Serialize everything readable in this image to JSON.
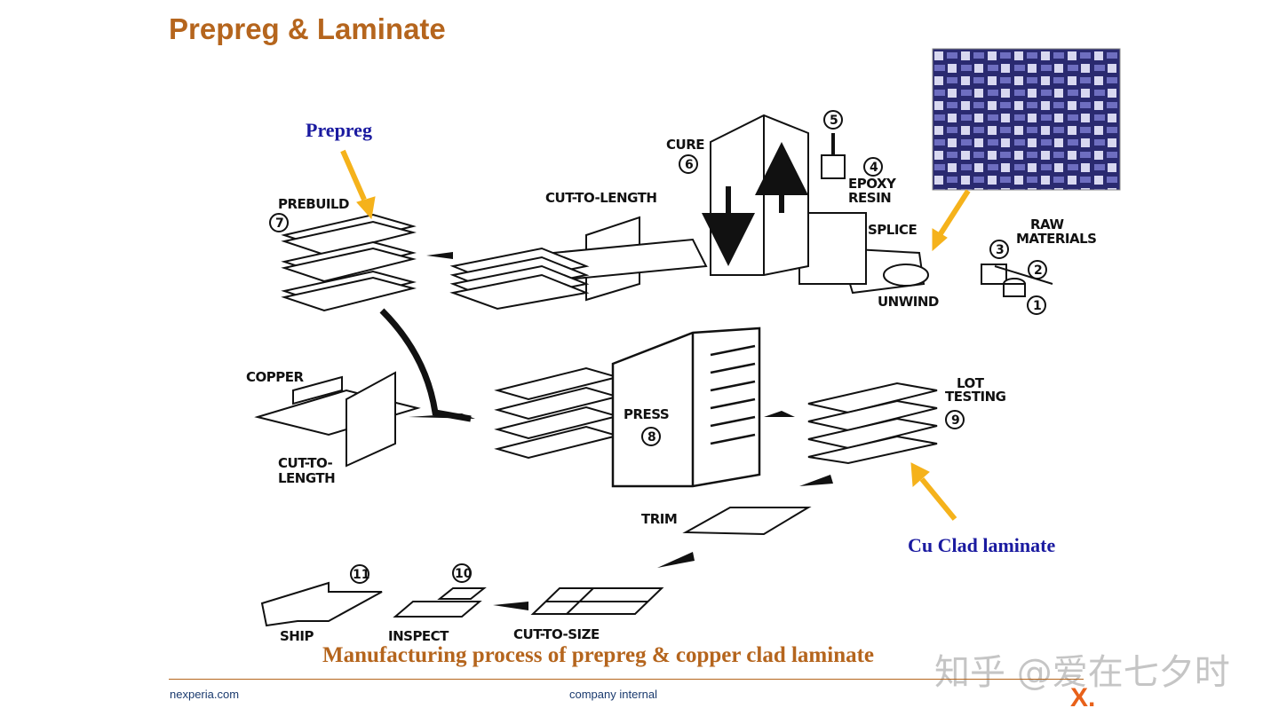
{
  "title": "Prepreg & Laminate",
  "labels": {
    "prepreg": "Prepreg",
    "cu_clad": "Cu Clad laminate"
  },
  "steps": {
    "raw_materials": "RAW\nMATERIALS",
    "unwind": "UNWIND",
    "splice": "SPLICE",
    "epoxy_resin": "EPOXY\nRESIN",
    "cure": "CURE",
    "cut_to_length_top": "CUT-TO-LENGTH",
    "prebuild": "PREBUILD",
    "copper": "COPPER",
    "cut_to_length_left": "CUT-TO-\nLENGTH",
    "press": "PRESS",
    "lot_testing": "LOT\nTESTING",
    "trim": "TRIM",
    "cut_to_size": "CUT-TO-SIZE",
    "inspect": "INSPECT",
    "ship": "SHIP"
  },
  "numbers": [
    "1",
    "2",
    "3",
    "4",
    "5",
    "6",
    "7",
    "8",
    "9",
    "10",
    "11"
  ],
  "caption": "Manufacturing process of prepreg & copper clad laminate",
  "footer": {
    "left": "nexperia.com",
    "center": "company internal"
  },
  "watermark": "知乎 @爱在七夕时",
  "logo": "X.",
  "colors": {
    "title": "#b5651d",
    "label_blue": "#1a1aa0",
    "arrow": "#f5b21b",
    "footer_text": "#1a3a6e"
  }
}
